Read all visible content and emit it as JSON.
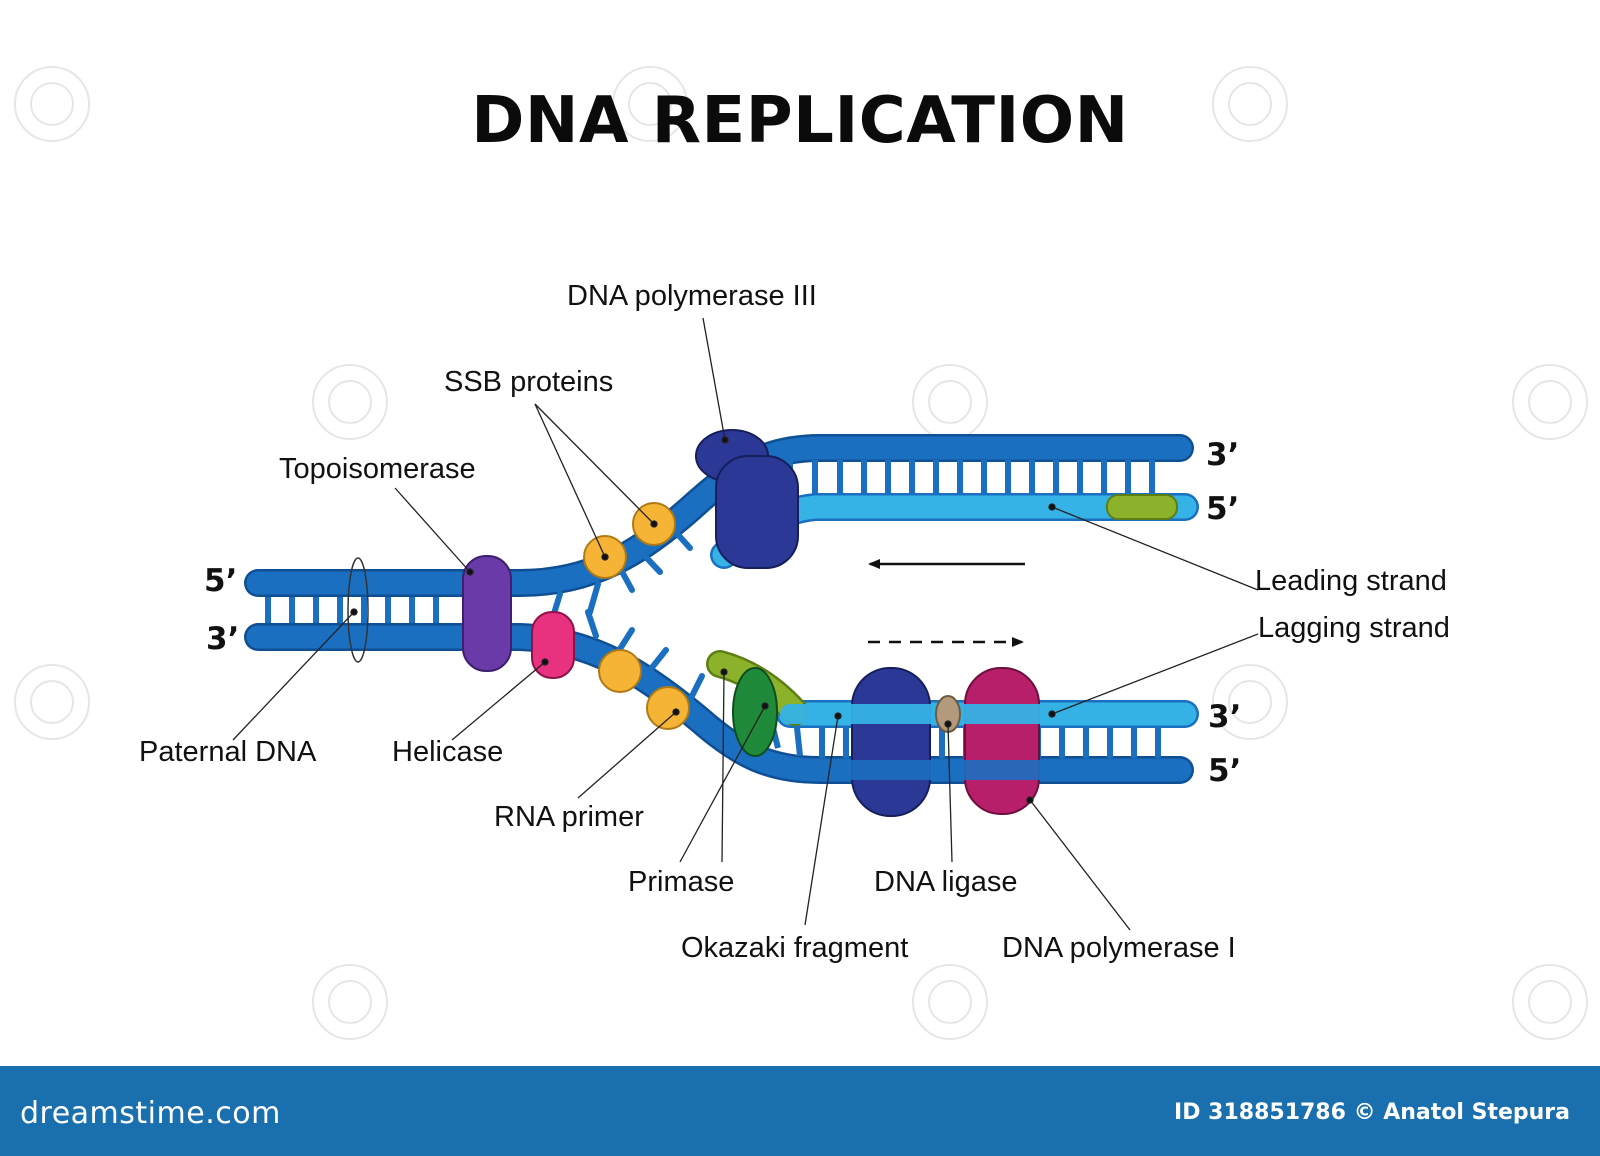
{
  "title": "DNA REPLICATION",
  "labels": {
    "dna_polymerase_iii": "DNA polymerase III",
    "ssb_proteins": "SSB proteins",
    "topoisomerase": "Topoisomerase",
    "paternal_dna": "Paternal DNA",
    "helicase": "Helicase",
    "rna_primer": "RNA primer",
    "primase": "Primase",
    "okazaki_fragment": "Okazaki fragment",
    "dna_ligase": "DNA ligase",
    "dna_polymerase_i": "DNA polymerase I",
    "leading_strand": "Leading strand",
    "lagging_strand": "Lagging strand"
  },
  "ends": {
    "left_top": "5’",
    "left_bottom": "3’",
    "upper_top": "3’",
    "upper_bottom": "5’",
    "lower_top": "3’",
    "lower_bottom": "5’"
  },
  "footer": {
    "brand": "dreamstime.com",
    "credit": "ID 318851786 © Anatol Stepura"
  },
  "colors": {
    "parental_strand": "#1b6fc0",
    "new_strand": "#35b2e6",
    "rung": "#1b6fc0",
    "topoisomerase": "#6a3aa8",
    "helicase": "#e8317f",
    "ssb": "#f6b436",
    "polymerase_iii": "#2b3896",
    "polymerase_i": "#b81f6a",
    "primase": "#1f8a3a",
    "rna_primer": "#8bb22a",
    "ligase": "#b39a7c",
    "footer": "#1a6faf"
  }
}
